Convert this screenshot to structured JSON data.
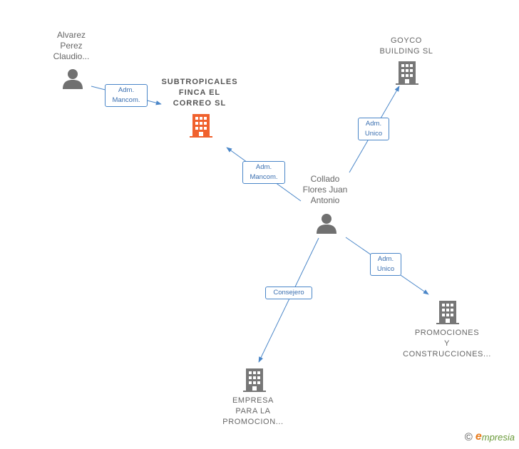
{
  "nodes": {
    "alvarez": {
      "label": "Alvarez\nPerez\nClaudio..."
    },
    "subtropicales": {
      "label": "SUBTROPICALES\nFINCA EL\nCORREO  SL"
    },
    "goyco": {
      "label": "GOYCO\nBUILDING  SL"
    },
    "collado": {
      "label": "Collado\nFlores Juan\nAntonio"
    },
    "promociones": {
      "label": "PROMOCIONES\nY\nCONSTRUCCIONES..."
    },
    "empresa": {
      "label": "EMPRESA\nPARA LA\nPROMOCION..."
    }
  },
  "edges": {
    "alvarez_subtropicales": "Adm.\nMancom.",
    "collado_subtropicales": "Adm.\nMancom.",
    "collado_goyco": "Adm.\nUnico",
    "collado_promociones": "Adm.\nUnico",
    "collado_empresa": "Consejero"
  },
  "colors": {
    "edge": "#4a86c8",
    "person": "#707070",
    "company": "#777777",
    "main_company": "#f0612d"
  },
  "footer": {
    "copyright": "©",
    "brand_initial": "e",
    "brand_rest": "mpresia"
  }
}
